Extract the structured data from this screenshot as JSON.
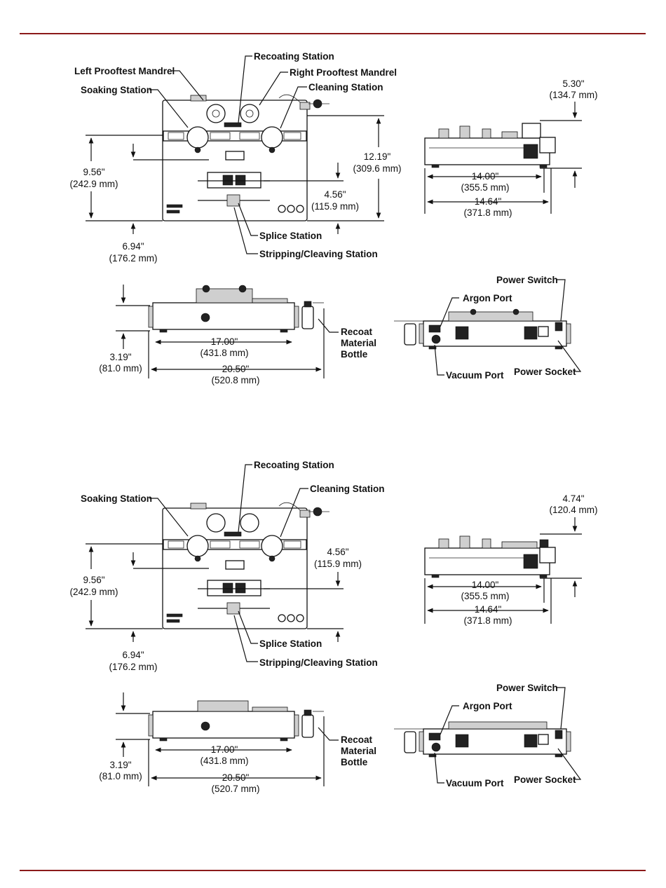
{
  "colors": {
    "rule": "#8b1a1a",
    "line": "#111111"
  },
  "panels": [
    {
      "top_view": {
        "labels": {
          "left_mandrel": "Left Prooftest Mandrel",
          "recoating": "Recoating Station",
          "right_mandrel": "Right Prooftest Mandrel",
          "soaking": "Soaking Station",
          "cleaning": "Cleaning Station",
          "splice": "Splice Station",
          "stripping": "Stripping/Cleaving Station"
        },
        "dims": {
          "d956_in": "9.56\"",
          "d956_mm": "(242.9 mm)",
          "d1219_in": "12.19\"",
          "d1219_mm": "(309.6 mm)",
          "d456_in": "4.56\"",
          "d456_mm": "(115.9 mm)",
          "d694_in": "6.94\"",
          "d694_mm": "(176.2 mm)"
        }
      },
      "side_view": {
        "dims": {
          "d530_in": "5.30\"",
          "d530_mm": "(134.7 mm)",
          "d1400_in": "14.00\"",
          "d1400_mm": "(355.5 mm)",
          "d1464_in": "14.64\"",
          "d1464_mm": "(371.8 mm)"
        }
      },
      "front_view": {
        "labels": {
          "bottle1": "Recoat",
          "bottle2": "Material",
          "bottle3": "Bottle"
        },
        "dims": {
          "d319_in": "3.19\"",
          "d319_mm": "(81.0 mm)",
          "d1700_in": "17.00\"",
          "d1700_mm": "(431.8 mm)",
          "d2050_in": "20.50\"",
          "d2050_mm": "(520.8 mm)"
        }
      },
      "rear_view": {
        "labels": {
          "power_switch": "Power Switch",
          "argon": "Argon Port",
          "vacuum": "Vacuum Port",
          "power_socket": "Power Socket"
        }
      }
    },
    {
      "top_view": {
        "labels": {
          "recoating": "Recoating Station",
          "soaking": "Soaking Station",
          "cleaning": "Cleaning Station",
          "splice": "Splice Station",
          "stripping": "Stripping/Cleaving Station"
        },
        "dims": {
          "d956_in": "9.56\"",
          "d956_mm": "(242.9 mm)",
          "d456_in": "4.56\"",
          "d456_mm": "(115.9 mm)",
          "d694_in": "6.94\"",
          "d694_mm": "(176.2 mm)"
        }
      },
      "side_view": {
        "dims": {
          "d474_in": "4.74\"",
          "d474_mm": "(120.4 mm)",
          "d1400_in": "14.00\"",
          "d1400_mm": "(355.5 mm)",
          "d1464_in": "14.64\"",
          "d1464_mm": "(371.8 mm)"
        }
      },
      "front_view": {
        "labels": {
          "bottle1": "Recoat",
          "bottle2": "Material",
          "bottle3": "Bottle"
        },
        "dims": {
          "d319_in": "3.19\"",
          "d319_mm": "(81.0 mm)",
          "d1700_in": "17.00\"",
          "d1700_mm": "(431.8 mm)",
          "d2050_in": "20.50\"",
          "d2050_mm": "(520.7 mm)"
        }
      },
      "rear_view": {
        "labels": {
          "power_switch": "Power Switch",
          "argon": "Argon Port",
          "vacuum": "Vacuum Port",
          "power_socket": "Power Socket"
        }
      }
    }
  ]
}
